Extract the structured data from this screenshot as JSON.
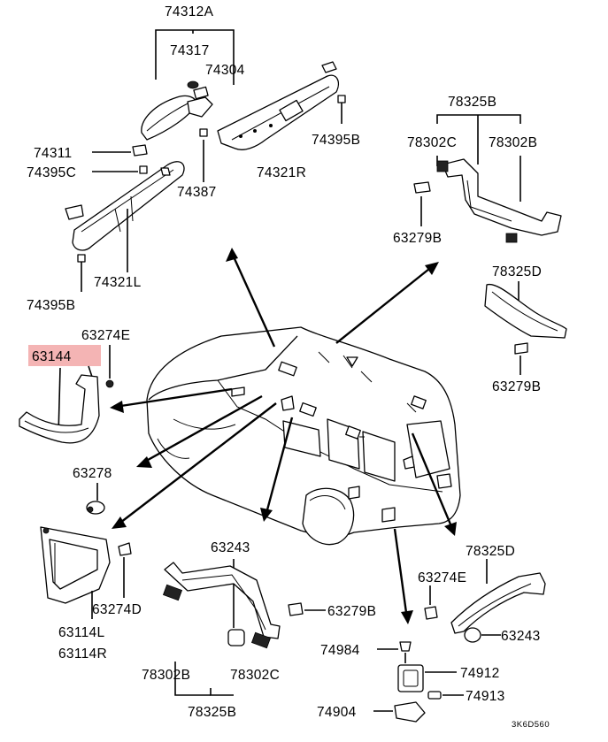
{
  "highlight_color": "#f4b4b4",
  "ref_code": "3K6D560",
  "labels": {
    "p74312A": "74312A",
    "p74317": "74317",
    "p74304": "74304",
    "p74311": "74311",
    "p74395C": "74395C",
    "p74387": "74387",
    "p74321R": "74321R",
    "p74395B_top": "74395B",
    "p74321L": "74321L",
    "p74395B_left": "74395B",
    "p78325B_top": "78325B",
    "p78302C_top": "78302C",
    "p78302B_top": "78302B",
    "p63279B_top": "63279B",
    "p78325D_top": "78325D",
    "p63279B_mid": "63279B",
    "p63274E_top": "63274E",
    "p63144": "63144",
    "p63278": "63278",
    "p63274D": "63274D",
    "p63114L": "63114L",
    "p63114R": "63114R",
    "p63243_mid": "63243",
    "p63279B_bot": "63279B",
    "p78302B_bot": "78302B",
    "p78302C_bot": "78302C",
    "p78325B_bot": "78325B",
    "p78325D_bot": "78325D",
    "p63274E_bot": "63274E",
    "p63243_bot": "63243",
    "p74984": "74984",
    "p74912": "74912",
    "p74913": "74913",
    "p74904": "74904"
  }
}
